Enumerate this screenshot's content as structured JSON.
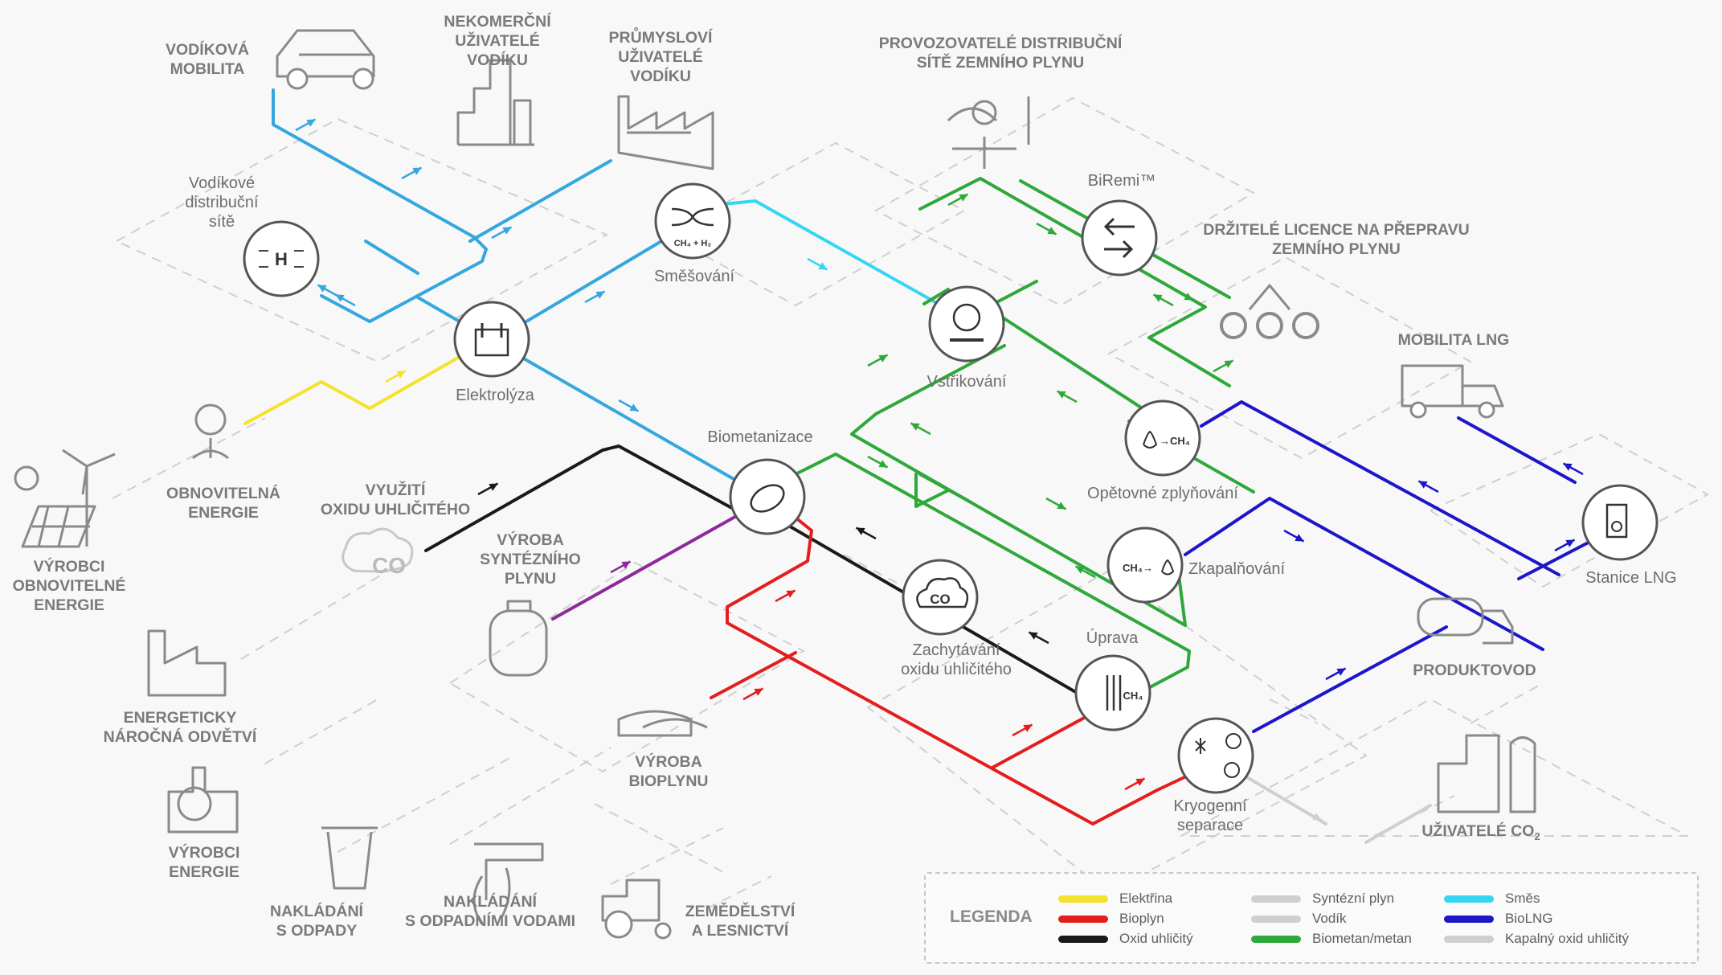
{
  "diagram": {
    "colors": {
      "electricity": "#f4e22c",
      "biogas": "#e41d1d",
      "co2": "#1a1a1a",
      "syngas": "#cfcfcf",
      "hydrogen": "#35a7de",
      "biomethane": "#2fa83a",
      "mix": "#35d6f2",
      "biolng": "#1d16c9",
      "liquid_co2": "#cfcfcf",
      "purple": "#8c2a99",
      "dash": "#cfcfcf",
      "icon": "#8a8a8a"
    },
    "labels": {
      "h2_mobility": "VODÍKOVÁ\nMOBILITA",
      "noncommercial_h2": "NEKOMERČNÍ\nUŽIVATELÉ\nVODÍKU",
      "industrial_h2": "PRŮMYSLOVÍ\nUŽIVATELÉ\nVODÍKU",
      "gas_dso": "PROVOZOVATELÉ DISTRIBUČNÍ\nSÍTĚ ZEMNÍHO PLYNU",
      "h2_networks": "Vodíkové\ndistribuční\nsítě",
      "mixing": "Směšování",
      "biremi": "BiRemi™",
      "tso": "DRŽITELÉ LICENCE NA PŘEPRAVU\nZEMNÍHO PLYNU",
      "lng_mobility": "MOBILITA LNG",
      "electrolysis": "Elektrolýza",
      "injection": "Vstřikování",
      "renewable": "OBNOVITELNÁ\nENERGIE",
      "renewable_producers": "VÝROBCI\nOBNOVITELNÉ\nENERGIE",
      "co2_use": "VYUŽITÍ\nOXIDU UHLIČITÉHO",
      "biomethanation": "Biometanizace",
      "regasification": "Opětovné zplyňování",
      "syngas_production": "VÝROBA\nSYNTÉZNÍHO\nPLYNU",
      "liquefaction": "Zkapalňování",
      "lng_station": "Stanice LNG",
      "energy_intensive": "ENERGETICKY\nNÁROČNÁ ODVĚTVÍ",
      "co2_capture": "Zachytávání\noxidu uhličitého",
      "upgrading": "Úprava",
      "pipeline": "PRODUKTOVOD",
      "biogas_production": "VÝROBA\nBIOPLYNU",
      "energy_producers": "VÝROBCI\nENERGIE",
      "cryogenic": "Kryogenní\nseparace",
      "co2_users": "UŽIVATELÉ CO",
      "waste": "NAKLÁDÁNÍ\nS ODPADY",
      "wastewater": "NAKLÁDÁNÍ\nS ODPADNÍMI VODAMI",
      "agriculture": "ZEMĚDĚLSTVÍ\nA LESNICTVÍ"
    },
    "node_texts": {
      "h2_symbol": "H",
      "co2_symbol": "CO",
      "ch4_h2": "CH₄ + H₂",
      "to_ch4": "→CH₄",
      "ch4_to": "CH₄→",
      "ch4": "CH₄"
    }
  },
  "legend": {
    "title": "LEGENDA",
    "items": [
      {
        "label": "Elektřina",
        "color": "#f4e22c"
      },
      {
        "label": "Bioplyn",
        "color": "#e41d1d"
      },
      {
        "label": "Oxid uhličitý",
        "color": "#1a1a1a"
      },
      {
        "label": "Syntézní plyn",
        "color": "#cfcfcf"
      },
      {
        "label": "Vodík",
        "color": "#cfcfcf"
      },
      {
        "label": "Biometan/metan",
        "color": "#2fa83a"
      },
      {
        "label": "Směs",
        "color": "#35d6f2"
      },
      {
        "label": "BioLNG",
        "color": "#1d16c9"
      },
      {
        "label": "Kapalný oxid uhličitý",
        "color": "#cfcfcf"
      }
    ]
  }
}
